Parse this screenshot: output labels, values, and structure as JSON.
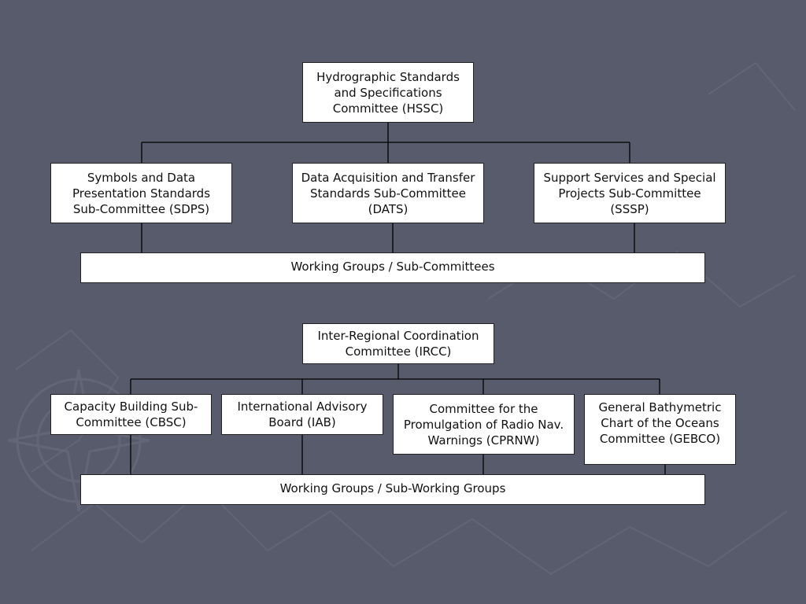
{
  "background_color": "#575b6c",
  "line_color": "#000000",
  "hssc_group": {
    "root": "Hydrographic Standards\nand Specifications\nCommittee (HSSC)",
    "children": [
      "Symbols and Data\nPresentation Standards\nSub-Committee (SDPS)",
      "Data Acquisition and Transfer\nStandards Sub-Committee\n(DATS)",
      "Support Services and Special\nProjects Sub-Committee\n(SSSP)"
    ],
    "working_groups": "Working Groups / Sub-Committees"
  },
  "ircc_group": {
    "root": "Inter-Regional Coordination\nCommittee (IRCC)",
    "children": [
      "Capacity Building Sub-\nCommittee (CBSC)",
      "International Advisory\nBoard (IAB)",
      "Committee for the\nPromulgation of Radio Nav.\nWarnings (CPRNW)",
      "General Bathymetric\nChart of the Oceans\nCommittee (GEBCO)"
    ],
    "working_groups": "Working Groups / Sub-Working Groups"
  }
}
